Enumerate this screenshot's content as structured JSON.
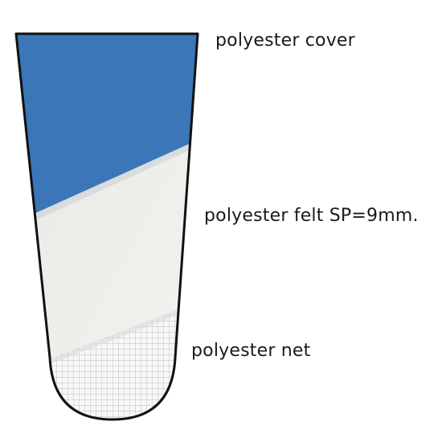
{
  "diagram": {
    "layers": [
      {
        "id": "cover",
        "label": "polyester cover",
        "color": "#3a76b8"
      },
      {
        "id": "felt",
        "label": "polyester felt SP=9mm.",
        "color": "#f2f3ef"
      },
      {
        "id": "net",
        "label": "polyester net",
        "color": "#f7f8f6",
        "grid_color": "#b9bcc0"
      }
    ],
    "outline_color": "#111111"
  }
}
